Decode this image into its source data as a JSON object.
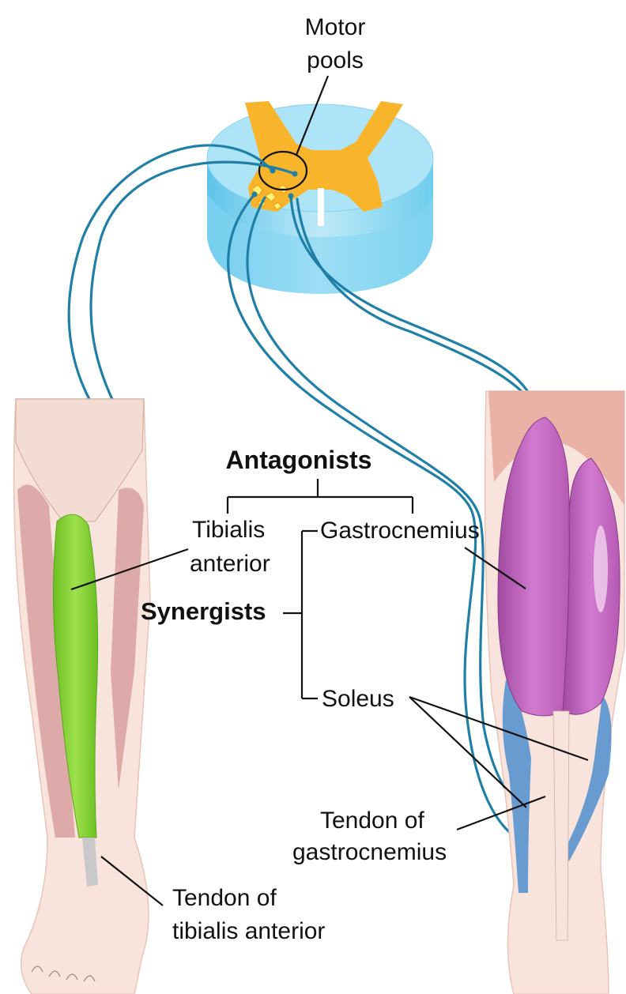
{
  "labels": {
    "motor_pools_line1": "Motor",
    "motor_pools_line2": "pools",
    "antagonists": "Antagonists",
    "tibialis_line1": "Tibialis",
    "tibialis_line2": "anterior",
    "gastrocnemius": "Gastrocnemius",
    "synergists": "Synergists",
    "soleus": "Soleus",
    "tendon_gastroc_line1": "Tendon of",
    "tendon_gastroc_line2": "gastrocnemius",
    "tendon_tibialis_line1": "Tendon of",
    "tendon_tibialis_line2": "tibialis anterior"
  },
  "colors": {
    "nerve": "#1f7fa6",
    "spinal_cord_white_matter": "#aee4f7",
    "spinal_cord_side": "#6fcdee",
    "gray_matter": "#f8b52b",
    "tibialis_anterior": "#8ad13a",
    "gastrocnemius": "#c468c0",
    "soleus": "#4f8fcf",
    "skin": "#f8e4dc",
    "other_muscle": "#d9a0a0"
  }
}
